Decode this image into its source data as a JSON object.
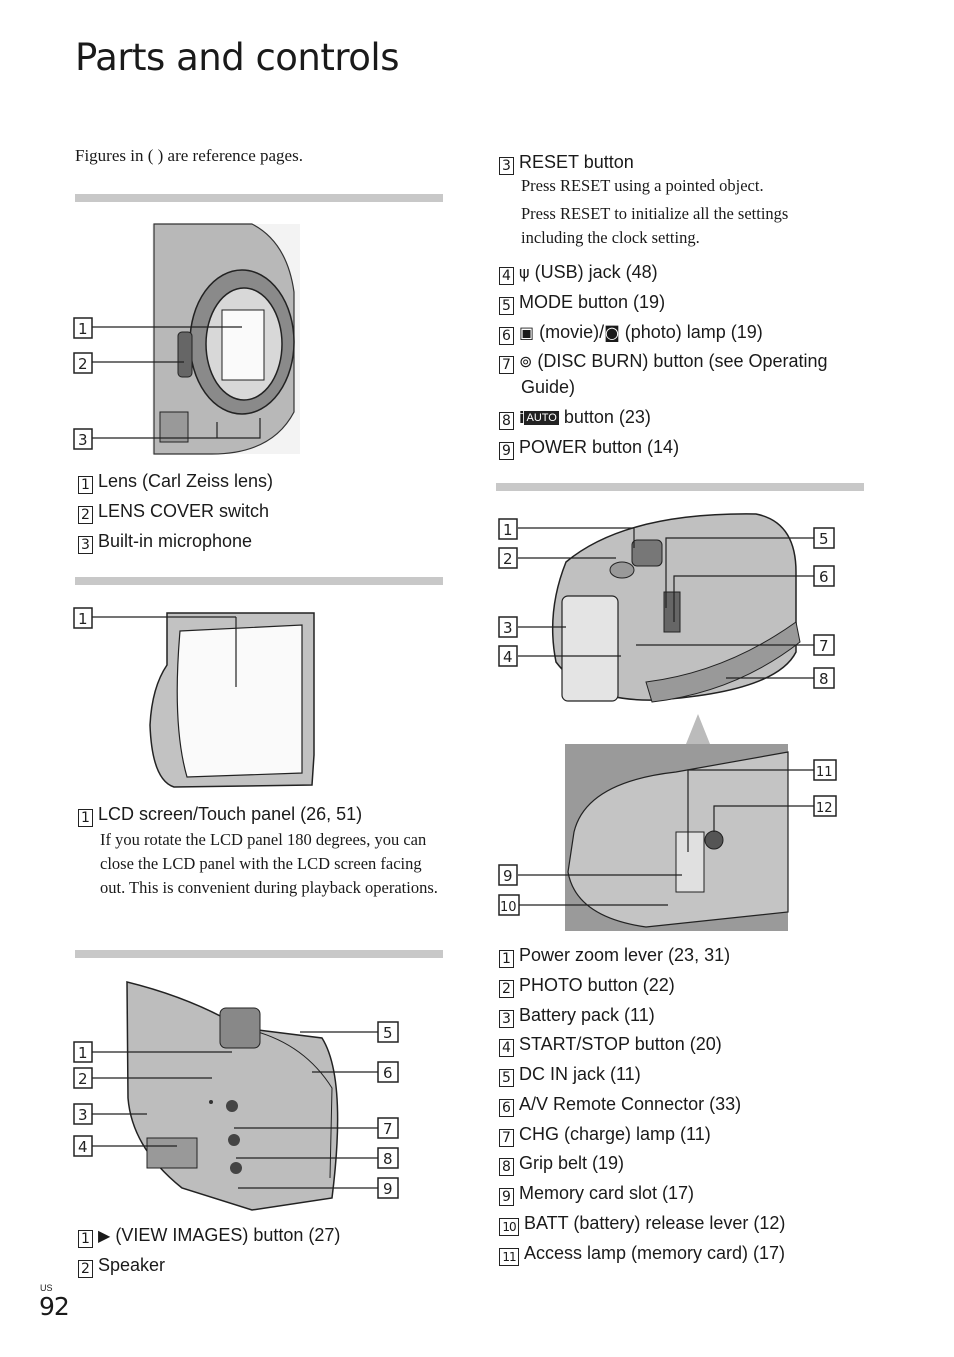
{
  "page": {
    "title": "Parts and controls",
    "intro": "Figures in ( ) are reference pages.",
    "page_number": "92",
    "page_region": "US"
  },
  "front": {
    "callouts": [
      "1",
      "2",
      "3"
    ],
    "items": [
      {
        "n": "1",
        "label": "Lens (Carl Zeiss lens)"
      },
      {
        "n": "2",
        "label": "LENS COVER switch"
      },
      {
        "n": "3",
        "label": "Built-in microphone"
      }
    ]
  },
  "lcd": {
    "callouts": [
      "1"
    ],
    "items": [
      {
        "n": "1",
        "label": "LCD screen/Touch panel (26, 51)"
      }
    ],
    "description": "If you rotate the LCD panel 180 degrees, you can close the LCD panel with the LCD screen facing out. This is convenient during playback operations."
  },
  "side": {
    "callouts_left": [
      "1",
      "2",
      "3",
      "4"
    ],
    "callouts_right": [
      "5",
      "6",
      "7",
      "8",
      "9"
    ],
    "items": [
      {
        "n": "1",
        "glyph": "▶",
        "label": "(VIEW IMAGES) button (27)"
      },
      {
        "n": "2",
        "label": "Speaker"
      }
    ]
  },
  "side_cont": {
    "items": [
      {
        "n": "3",
        "label": "RESET button"
      },
      {
        "n": "4",
        "glyph": "ψ",
        "label": "(USB) jack (48)"
      },
      {
        "n": "5",
        "label": "MODE button (19)"
      },
      {
        "n": "6",
        "glyph": "▣",
        "label": "(movie)/",
        "glyph2": "◙",
        "label2": "(photo) lamp (19)"
      },
      {
        "n": "7",
        "glyph": "⊚",
        "label": "(DISC BURN) button (see Operating",
        "label_cont": "Guide)"
      },
      {
        "n": "8",
        "glyph": "i",
        "badge": "AUTO",
        "label": "button (23)"
      },
      {
        "n": "9",
        "label": "POWER button (14)"
      }
    ],
    "reset_desc1": "Press RESET using a pointed object.",
    "reset_desc2": "Press RESET to initialize all the settings including the clock setting."
  },
  "rear": {
    "callouts_left_top": [
      "1",
      "2",
      "3",
      "4"
    ],
    "callouts_right_top": [
      "5",
      "6",
      "7",
      "8"
    ],
    "callouts_right_bottom": [
      "11",
      "12"
    ],
    "callouts_left_bottom": [
      "9",
      "10"
    ],
    "items": [
      {
        "n": "1",
        "label": "Power zoom lever (23, 31)"
      },
      {
        "n": "2",
        "label": "PHOTO button (22)"
      },
      {
        "n": "3",
        "label": "Battery pack (11)"
      },
      {
        "n": "4",
        "label": "START/STOP button (20)"
      },
      {
        "n": "5",
        "label": "DC IN jack (11)"
      },
      {
        "n": "6",
        "label": "A/V Remote Connector (33)"
      },
      {
        "n": "7",
        "label": "CHG (charge) lamp (11)"
      },
      {
        "n": "8",
        "label": "Grip belt (19)"
      },
      {
        "n": "9",
        "label": "Memory card slot (17)"
      },
      {
        "n": "10",
        "label": "BATT (battery) release lever (12)"
      },
      {
        "n": "11",
        "label": "Access lamp (memory card) (17)"
      }
    ]
  }
}
